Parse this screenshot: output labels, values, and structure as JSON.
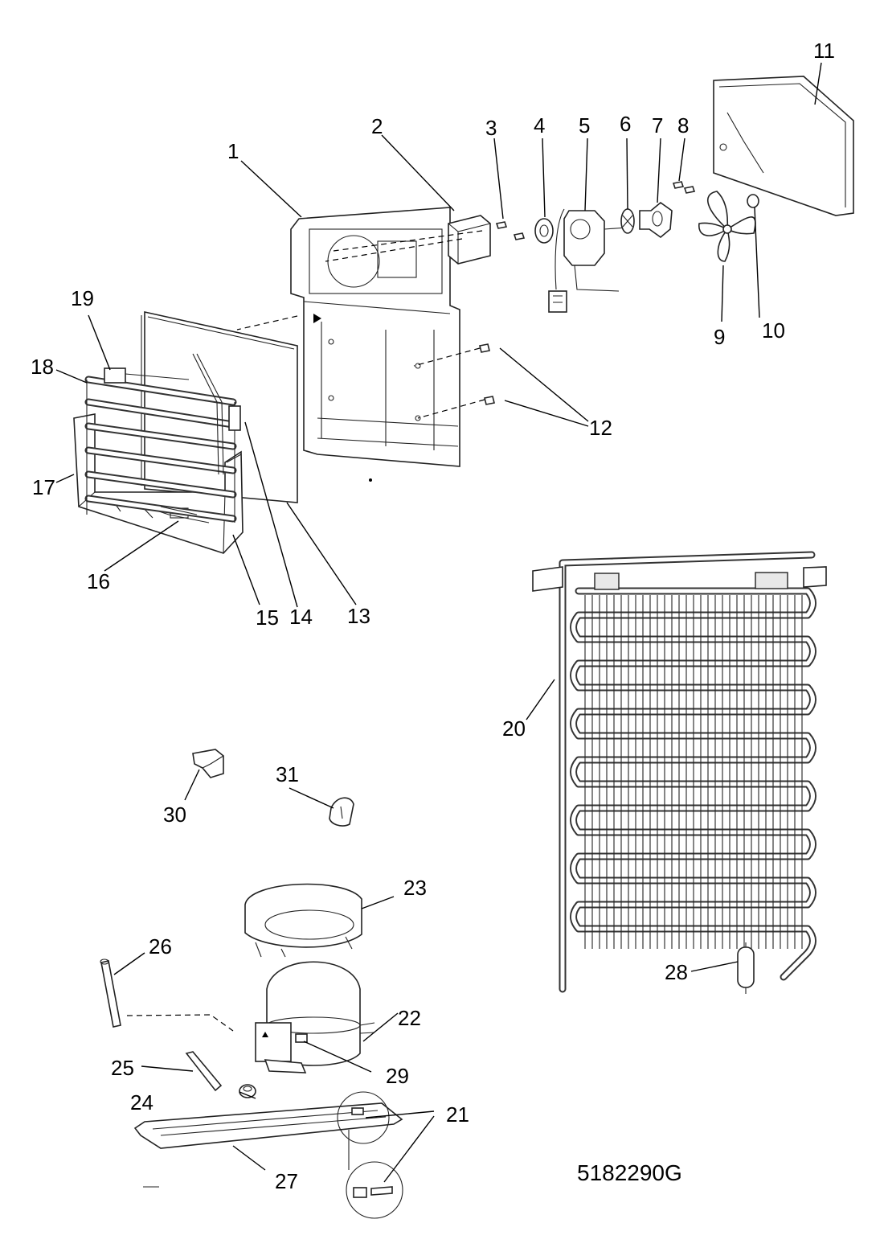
{
  "drawing_code": "5182290G",
  "callouts": [
    {
      "id": "1",
      "text": "1"
    },
    {
      "id": "2",
      "text": "2"
    },
    {
      "id": "3",
      "text": "3"
    },
    {
      "id": "4",
      "text": "4"
    },
    {
      "id": "5",
      "text": "5"
    },
    {
      "id": "6",
      "text": "6"
    },
    {
      "id": "7",
      "text": "7"
    },
    {
      "id": "8",
      "text": "8"
    },
    {
      "id": "9",
      "text": "9"
    },
    {
      "id": "10",
      "text": "10"
    },
    {
      "id": "11",
      "text": "11"
    },
    {
      "id": "12",
      "text": "12"
    },
    {
      "id": "13",
      "text": "13"
    },
    {
      "id": "14",
      "text": "14"
    },
    {
      "id": "15",
      "text": "15"
    },
    {
      "id": "16",
      "text": "16"
    },
    {
      "id": "17",
      "text": "17"
    },
    {
      "id": "18",
      "text": "18"
    },
    {
      "id": "19",
      "text": "19"
    },
    {
      "id": "20",
      "text": "20"
    },
    {
      "id": "21",
      "text": "21"
    },
    {
      "id": "22",
      "text": "22"
    },
    {
      "id": "23",
      "text": "23"
    },
    {
      "id": "24",
      "text": "24"
    },
    {
      "id": "25",
      "text": "25"
    },
    {
      "id": "26",
      "text": "26"
    },
    {
      "id": "27",
      "text": "27"
    },
    {
      "id": "28",
      "text": "28"
    },
    {
      "id": "29",
      "text": "29"
    },
    {
      "id": "30",
      "text": "30"
    },
    {
      "id": "31",
      "text": "31"
    }
  ]
}
